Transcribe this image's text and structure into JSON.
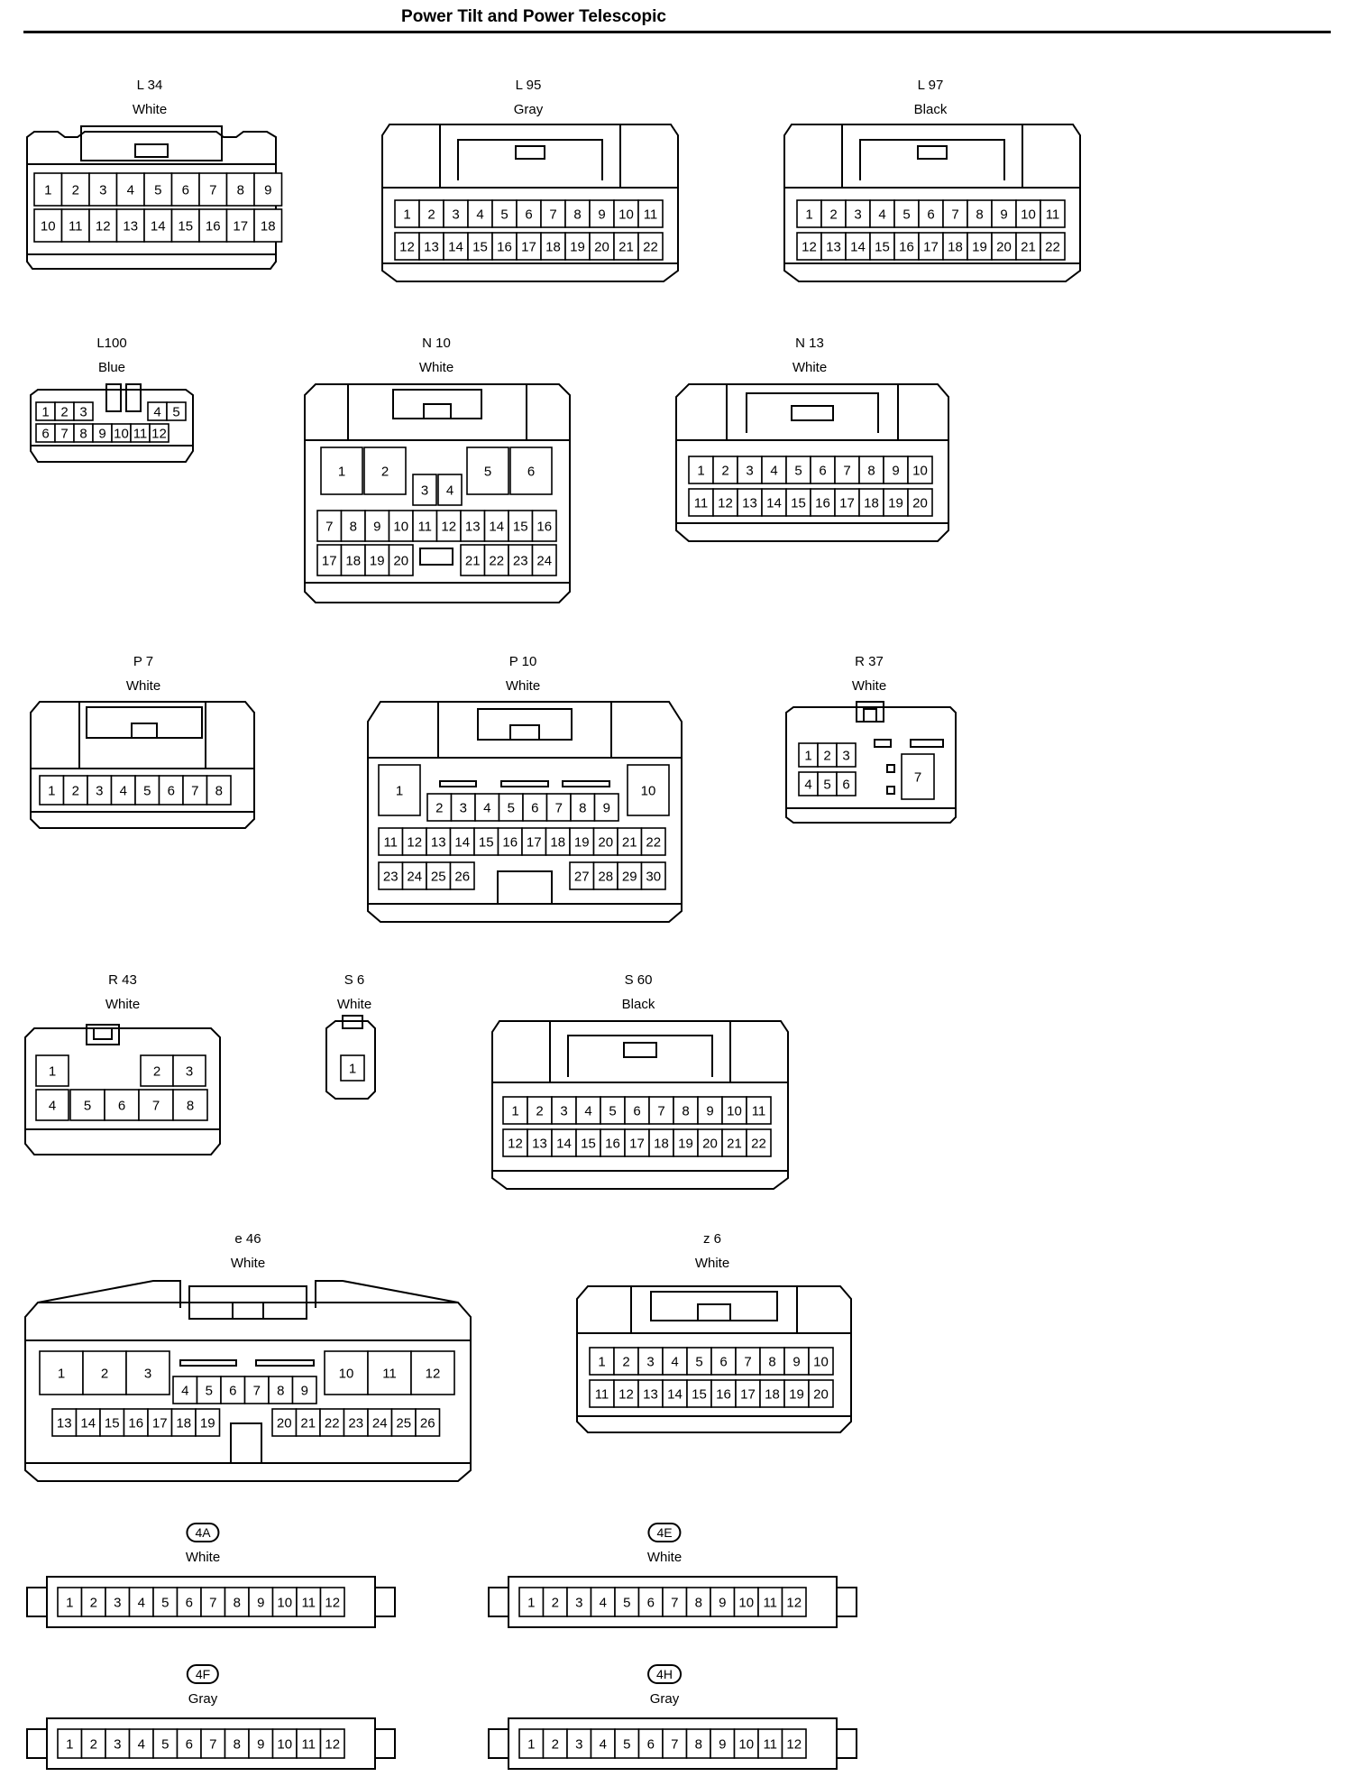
{
  "title": "Power Tilt and Power Telescopic",
  "connectors": [
    {
      "id": "L 34",
      "color": "White"
    },
    {
      "id": "L 95",
      "color": "Gray"
    },
    {
      "id": "L 97",
      "color": "Black"
    },
    {
      "id": "L100",
      "color": "Blue"
    },
    {
      "id": "N 10",
      "color": "White"
    },
    {
      "id": "N 13",
      "color": "White"
    },
    {
      "id": "P 7",
      "color": "White"
    },
    {
      "id": "P 10",
      "color": "White"
    },
    {
      "id": "R 37",
      "color": "White"
    },
    {
      "id": "R 43",
      "color": "White"
    },
    {
      "id": "S 6",
      "color": "White"
    },
    {
      "id": "S 60",
      "color": "Black"
    },
    {
      "id": "e 46",
      "color": "White"
    },
    {
      "id": "z 6",
      "color": "White"
    },
    {
      "id": "4A",
      "color": "White"
    },
    {
      "id": "4E",
      "color": "White"
    },
    {
      "id": "4F",
      "color": "Gray"
    },
    {
      "id": "4H",
      "color": "Gray"
    }
  ]
}
